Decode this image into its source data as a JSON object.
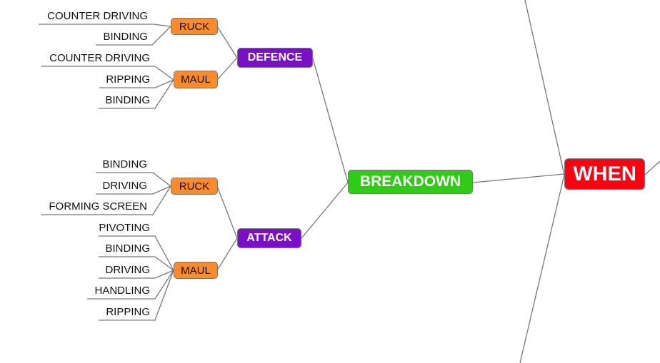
{
  "root": {
    "label": "WHEN",
    "color": "#ff0010"
  },
  "main": {
    "label": "BREAKDOWN",
    "color": "#2ecc14"
  },
  "defence": {
    "label": "DEFENCE",
    "ruck": {
      "label": "RUCK",
      "items": [
        "COUNTER DRIVING",
        "BINDING"
      ]
    },
    "maul": {
      "label": "MAUL",
      "items": [
        "COUNTER DRIVING",
        "RIPPING",
        "BINDING"
      ]
    }
  },
  "attack": {
    "label": "ATTACK",
    "ruck": {
      "label": "RUCK",
      "items": [
        "BINDING",
        "DRIVING",
        "FORMING SCREEN"
      ]
    },
    "maul": {
      "label": "MAUL",
      "items": [
        "PIVOTING",
        "BINDING",
        "DRIVING",
        "HANDLING",
        "RIPPING"
      ]
    }
  }
}
